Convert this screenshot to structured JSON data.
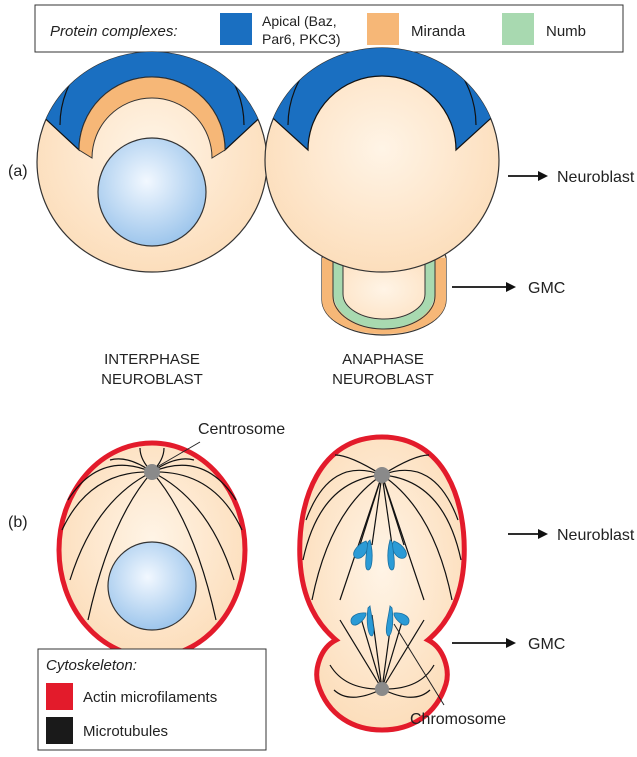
{
  "legend_top": {
    "title": "Protein complexes:",
    "items": [
      {
        "label_line1": "Apical (Baz,",
        "label_line2": "Par6, PKC3)",
        "color": "#1a6fc1"
      },
      {
        "label": "Miranda",
        "color": "#f6b777"
      },
      {
        "label": "Numb",
        "color": "#a8d9b0"
      }
    ]
  },
  "panel_a": {
    "tag": "(a)",
    "left_caption": [
      "INTERPHASE",
      "NEUROBLAST"
    ],
    "right_caption": [
      "ANAPHASE",
      "NEUROBLAST"
    ],
    "arrow_neuroblast": "Neuroblast",
    "arrow_gmc": "GMC"
  },
  "panel_b": {
    "tag": "(b)",
    "centrosome": "Centrosome",
    "chromosome": "Chromosome",
    "arrow_neuroblast": "Neuroblast",
    "arrow_gmc": "GMC"
  },
  "legend_bottom": {
    "title": "Cytoskeleton:",
    "items": [
      {
        "label": "Actin microfilaments",
        "color": "#e31b2b"
      },
      {
        "label": "Microtubules",
        "color": "#1a1a1a"
      }
    ]
  },
  "colors": {
    "cell_fill": "#fde3c3",
    "nucleus": "#bcdaf5",
    "apical": "#1a6fc1",
    "miranda": "#f6b777",
    "numb": "#a8d9b0",
    "actin": "#e31b2b",
    "microtubule": "#1a1a1a",
    "centrosome": "#8a8a8a",
    "chromosome": "#2b9bd6"
  }
}
